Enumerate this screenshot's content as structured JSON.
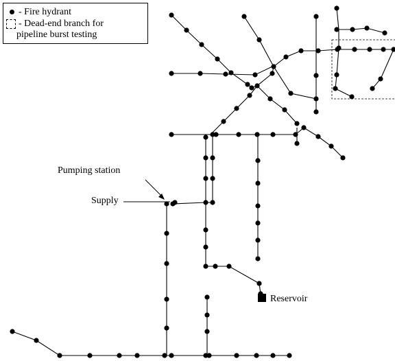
{
  "legend": {
    "hydrant": "- Fire hydrant",
    "deadend_line1": "- Dead-end branch for",
    "deadend_line2": "pipeline burst testing"
  },
  "labels": {
    "pumping_station": "Pumping station",
    "supply": "Supply",
    "reservoir": "Reservoir"
  },
  "colors": {
    "ink": "#000000"
  }
}
